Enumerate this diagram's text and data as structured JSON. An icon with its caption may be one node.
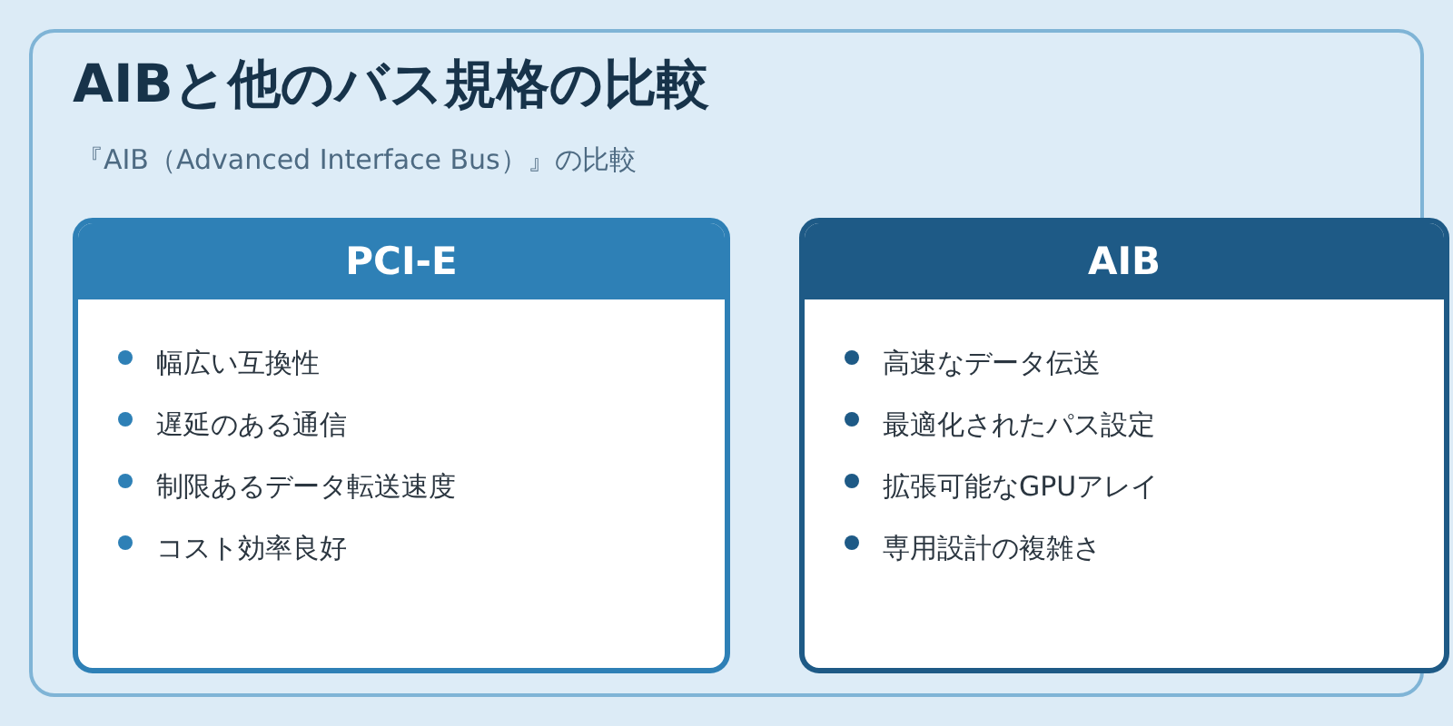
{
  "diagram": {
    "title": "AIBと他のバス規格の比較",
    "nodes": [
      {
        "text": [
          "PCI-E",
          "幅広い互換性",
          "遅延のある通信",
          "制限あるデータ転送速度",
          "コスト効率良好"
        ]
      },
      {
        "text": [
          "AIB",
          "高速なデータ伝送",
          "最適化されたパス設定",
          "拡張可能なGPUアレイ",
          "専用設計の複雑さ"
        ]
      }
    ],
    "labels": [
      "『AIB（Advanced Interface Bus）』の比較"
    ]
  }
}
